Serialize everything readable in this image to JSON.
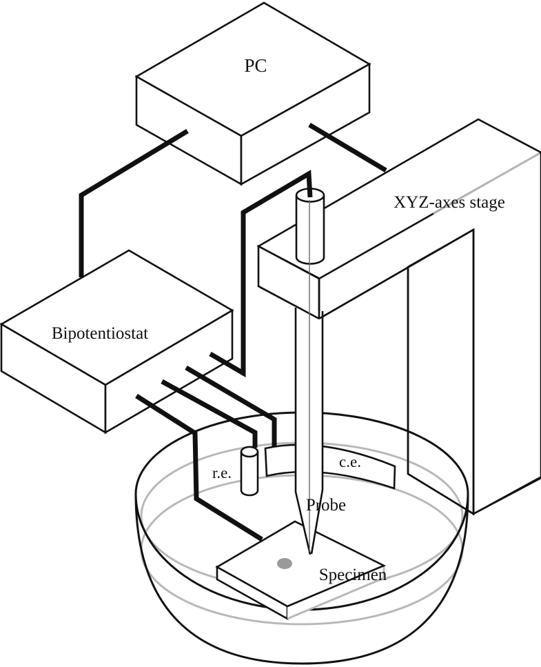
{
  "figure": {
    "kind": "isometric line diagram",
    "labels": {
      "pc": "PC",
      "stage": "XYZ-axes stage",
      "bipotentiostat": "Bipotentiostat",
      "reference_electrode": "r.e.",
      "counter_electrode": "c.e.",
      "probe": "Probe",
      "specimen": "Specimen"
    },
    "colors": {
      "line": "#111111",
      "hidden_line": "#b8b8b8",
      "specimen_spot": "#9a9a9a",
      "background": "#ffffff"
    }
  }
}
